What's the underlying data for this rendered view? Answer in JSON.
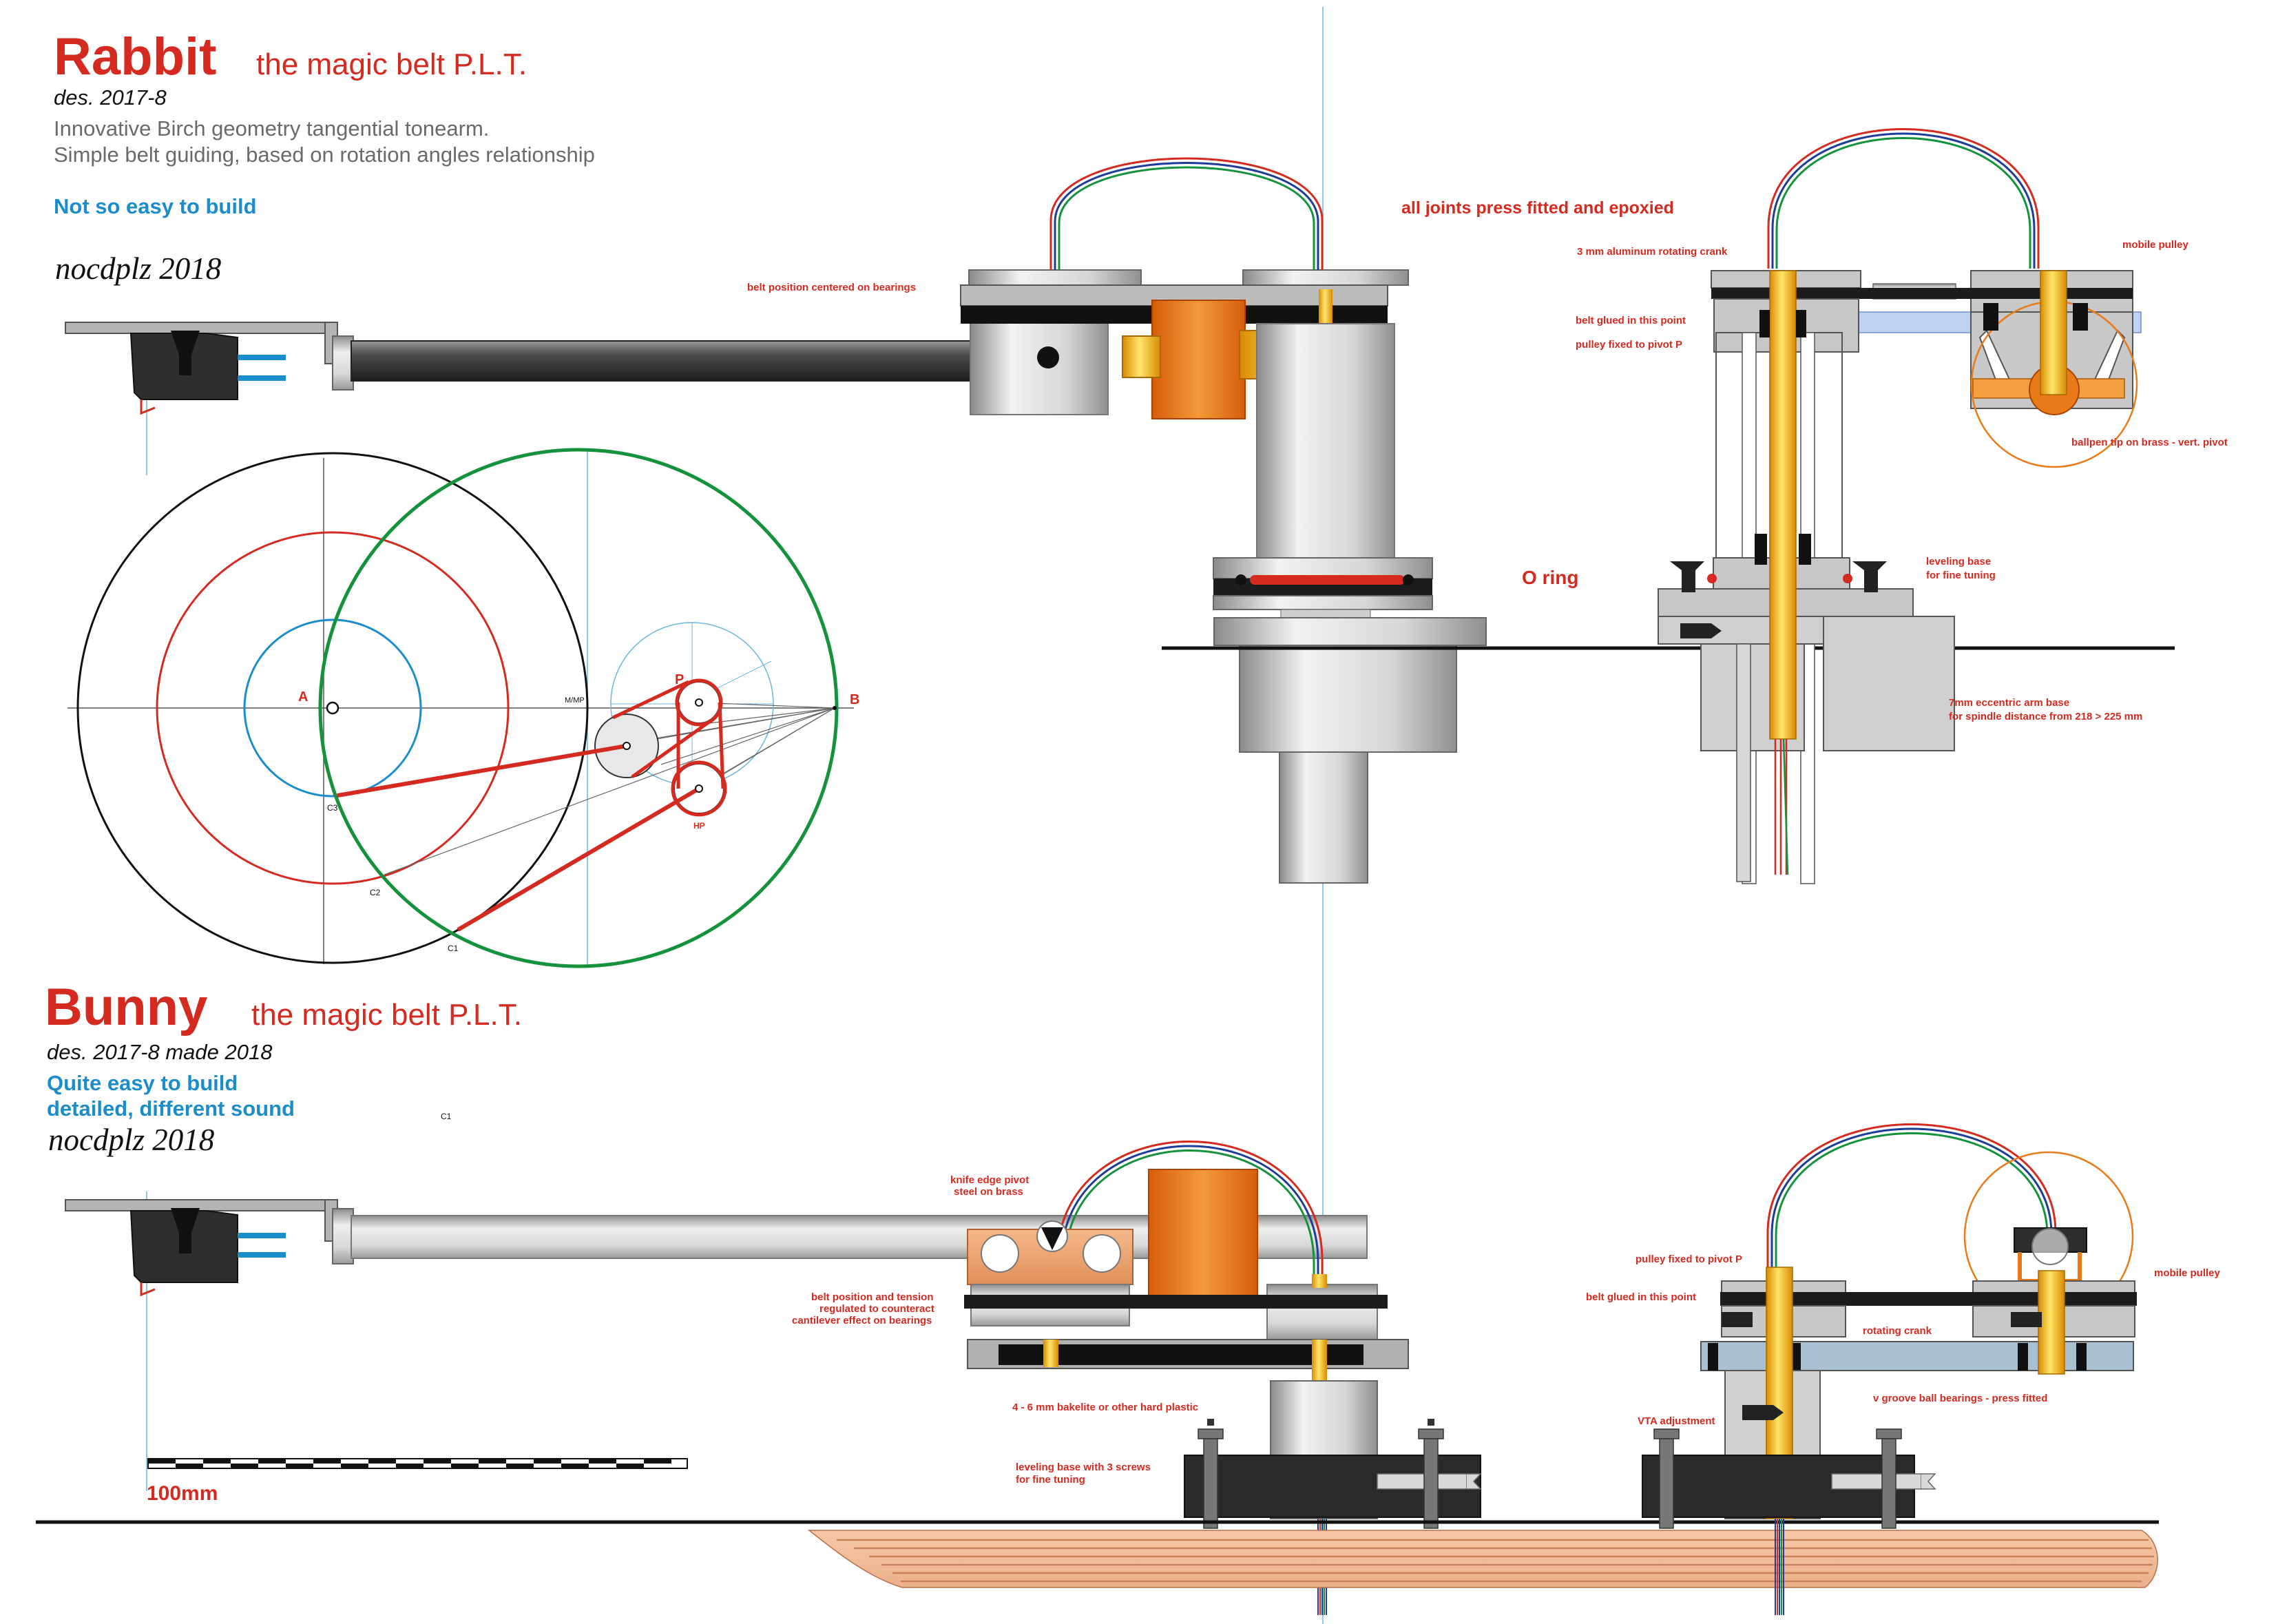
{
  "rabbit": {
    "title": "Rabbit",
    "subtitle": "the magic belt P.L.T.",
    "design": "des. 2017-8",
    "desc1": "Innovative Birch geometry tangential tonearm.",
    "desc2": "Simple belt guiding, based on rotation angles relationship",
    "difficulty": "Not so easy to build",
    "signature": "nocdplz 2018"
  },
  "bunny": {
    "title": "Bunny",
    "subtitle": "the magic belt  P.L.T.",
    "design": "des. 2017-8  made 2018",
    "difficulty1": "Quite easy to build",
    "difficulty2": "detailed, different sound",
    "signature": "nocdplz 2018"
  },
  "geometry": {
    "point_a": "A",
    "point_b": "B",
    "point_p": "P",
    "point_hp": "HP",
    "c1": "C1",
    "c2": "C2",
    "c3": "C3",
    "mp": "M/MP",
    "c1_stray": "C1"
  },
  "rabbit_labels": {
    "belt_centered": "belt position centered on bearings",
    "all_joints": "all joints press fitted and epoxied",
    "crank": "3 mm aluminum rotating crank",
    "mobile_pulley": "mobile pulley",
    "belt_glued": "belt glued in this point",
    "pulley_fixed": "pulley fixed to pivot P",
    "ballpen": "ballpen tip  on brass -  vert. pivot",
    "o_ring": "O ring",
    "leveling1": "leveling base",
    "leveling2": "for fine tuning",
    "eccentric1": "7mm eccentric arm base",
    "eccentric2": "for spindle distance from 218 > 225 mm"
  },
  "bunny_labels": {
    "knife1": "knife edge pivot",
    "knife2": "steel on brass",
    "belt_pos1": "belt position and tension",
    "belt_pos2": "regulated to counteract",
    "belt_pos3": "cantilever effect on bearings",
    "bakelite": "4 - 6 mm bakelite or other hard plastic",
    "leveling1": "leveling base with 3 screws",
    "leveling2": "for fine tuning",
    "pulley_fixed": "pulley fixed to pivot P",
    "belt_glued": "belt glued in this point",
    "rotating_crank": "rotating crank",
    "mobile_pulley": "mobile pulley",
    "vgroove": "v groove ball bearings - press fitted",
    "vta": "VTA adjustment"
  },
  "scale": {
    "label": "100mm"
  },
  "colors": {
    "red": "#d42a20",
    "blue": "#1b8ccc",
    "green": "#14923c",
    "orange": "#e87a18",
    "gold": "#f7c21a"
  }
}
